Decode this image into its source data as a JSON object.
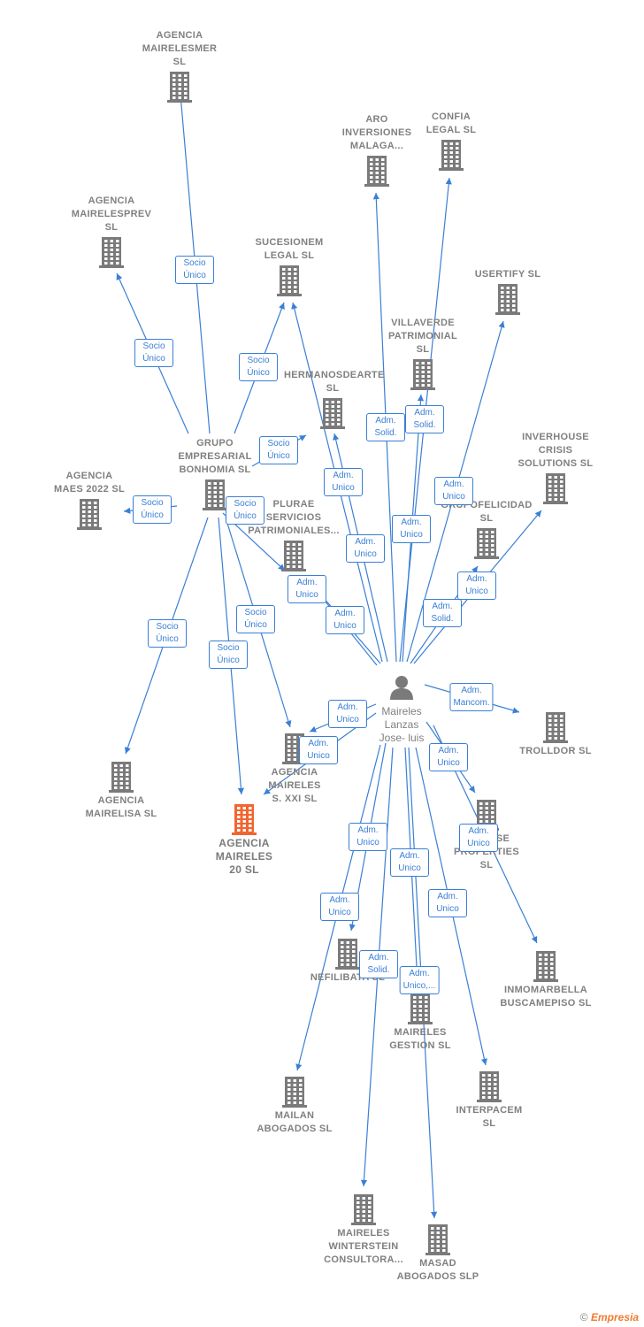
{
  "colors": {
    "edge": "#3a7fd5",
    "node": "#7a7a7a",
    "focus": "#f26530",
    "label": "#808080"
  },
  "person": {
    "label": "Maireles\nLanzas\nJose- luis"
  },
  "nodes": [
    {
      "id": "mairelesmer",
      "label": "AGENCIA\nMAIRELESMER\nSL"
    },
    {
      "id": "aro",
      "label": "ARO\nINVERSIONES\nMALAGA..."
    },
    {
      "id": "confia",
      "label": "CONFIA\nLEGAL  SL"
    },
    {
      "id": "mairelesprev",
      "label": "AGENCIA\nMAIRELESPREV\nSL"
    },
    {
      "id": "sucesionem",
      "label": "SUCESIONEM\nLEGAL  SL"
    },
    {
      "id": "usertify",
      "label": "USERTIFY  SL"
    },
    {
      "id": "villaverde",
      "label": "VILLAVERDE\nPATRIMONIAL\nSL"
    },
    {
      "id": "hermanos",
      "label": "HERMANOSDEARTE\nSL"
    },
    {
      "id": "grupo",
      "label": "GRUPO\nEMPRESARIAL\nBONHOMIA  SL"
    },
    {
      "id": "inverhouse",
      "label": "INVERHOUSE\nCRISIS\nSOLUTIONS SL"
    },
    {
      "id": "maes",
      "label": "AGENCIA\nMAES 2022  SL"
    },
    {
      "id": "plurae",
      "label": "PLURAE\nSERVICIOS\nPATRIMONIALES..."
    },
    {
      "id": "grupofelicidad",
      "label": "GRUPOFELICIDAD\nSL"
    },
    {
      "id": "trolldor",
      "label": "TROLLDOR  SL"
    },
    {
      "id": "mairelisa",
      "label": "AGENCIA\nMAIRELISA  SL"
    },
    {
      "id": "xxi",
      "label": "AGENCIA\nMAIRELES\nS. XXI  SL"
    },
    {
      "id": "focus",
      "label": "AGENCIA\nMAIRELES\n20  SL"
    },
    {
      "id": "inhouse",
      "label": "INHOUSE\nPROPERTIES\nSL"
    },
    {
      "id": "nefilibata",
      "label": "NEFILIBATA  SL"
    },
    {
      "id": "inmomarbella",
      "label": "INMOMARBELLA\nBUSCAMEPISO SL"
    },
    {
      "id": "gestion",
      "label": "MAIRELES\nGESTION  SL"
    },
    {
      "id": "mailan",
      "label": "MAILAN\nABOGADOS  SL"
    },
    {
      "id": "interpacem",
      "label": "INTERPACEM\nSL"
    },
    {
      "id": "winterstein",
      "label": "MAIRELES\nWINTERSTEIN\nCONSULTORA..."
    },
    {
      "id": "masad",
      "label": "MASAD\nABOGADOS SLP"
    }
  ],
  "relations": [
    {
      "id": "r_mairelesmer",
      "label": "Socio\nÚnico"
    },
    {
      "id": "r_mairelesprev",
      "label": "Socio\nÚnico"
    },
    {
      "id": "r_sucesionem",
      "label": "Socio\nÚnico"
    },
    {
      "id": "r_hermanos",
      "label": "Socio\nÚnico"
    },
    {
      "id": "r_maes",
      "label": "Socio\nÚnico"
    },
    {
      "id": "r_plurae_g",
      "label": "Socio\nÚnico"
    },
    {
      "id": "r_mairelisa",
      "label": "Socio\nÚnico"
    },
    {
      "id": "r_xxi_g",
      "label": "Socio\nÚnico"
    },
    {
      "id": "r_focus",
      "label": "Socio\nÚnico"
    },
    {
      "id": "r_aro",
      "label": "Adm.\nSolid."
    },
    {
      "id": "r_confia",
      "label": "Adm.\nSolid."
    },
    {
      "id": "r_hermanos_p",
      "label": "Adm.\nUnico"
    },
    {
      "id": "r_sucesionem_p",
      "label": "Adm.\nUnico"
    },
    {
      "id": "r_villaverde",
      "label": "Adm.\nUnico"
    },
    {
      "id": "r_usertify",
      "label": "Adm.\nUnico"
    },
    {
      "id": "r_plurae_p",
      "label": "Adm.\nUnico"
    },
    {
      "id": "r_plurae_p2",
      "label": "Adm.\nUnico"
    },
    {
      "id": "r_inverhouse",
      "label": "Adm.\nUnico"
    },
    {
      "id": "r_grupofelicidad",
      "label": "Adm.\nSolid."
    },
    {
      "id": "r_trolldor",
      "label": "Adm.\nMancom."
    },
    {
      "id": "r_xxi_p",
      "label": "Adm.\nUnico"
    },
    {
      "id": "r_xxi_p2",
      "label": "Adm.\nUnico"
    },
    {
      "id": "r_inhouse",
      "label": "Adm.\nUnico"
    },
    {
      "id": "r_inmomarbella",
      "label": "Adm.\nUnico"
    },
    {
      "id": "r_nefilibata",
      "label": "Adm.\nUnico"
    },
    {
      "id": "r_gestion",
      "label": "Adm.\nUnico"
    },
    {
      "id": "r_interpacem",
      "label": "Adm.\nUnico"
    },
    {
      "id": "r_mailan",
      "label": "Adm.\nUnico"
    },
    {
      "id": "r_winterstein",
      "label": "Adm.\nSolid."
    },
    {
      "id": "r_masad",
      "label": "Adm.\nUnico,..."
    }
  ],
  "footer": {
    "copyright": "©",
    "brand": "Empresia"
  }
}
